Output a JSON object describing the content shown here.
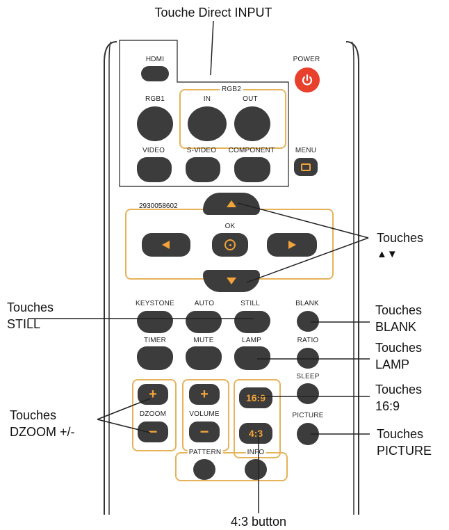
{
  "annotations": {
    "direct_input": "Touche Direct INPUT",
    "arrows_line1": "Touches",
    "arrows_line2": "▲▼",
    "still_line1": "Touches",
    "still_line2": "STILL",
    "blank_line1": "Touches",
    "blank_line2": "BLANK",
    "lamp_line1": "Touches",
    "lamp_line2": "LAMP",
    "ratio169_line1": "Touches",
    "ratio169_line2": "16:9",
    "dzoom_line1": "Touches",
    "dzoom_line2": "DZOOM +/-",
    "picture_line1": "Touches",
    "picture_line2": "PICTURE",
    "button43": "4:3 button"
  },
  "remote": {
    "model_number": "2930058602",
    "labels": {
      "hdmi": "HDMI",
      "power": "POWER",
      "rgb2": "RGB2",
      "rgb1": "RGB1",
      "in": "IN",
      "out": "OUT",
      "video": "VIDEO",
      "svideo": "S-VIDEO",
      "component": "COMPONENT",
      "menu": "MENU",
      "ok": "OK",
      "keystone": "KEYSTONE",
      "auto": "AUTO",
      "still": "STILL",
      "blank": "BLANK",
      "timer": "TIMER",
      "mute": "MUTE",
      "lamp": "LAMP",
      "ratio": "RATIO",
      "sleep": "SLEEP",
      "dzoom": "DZOOM",
      "volume": "VOLUME",
      "picture": "PICTURE",
      "pattern": "PATTERN",
      "info": "INFO"
    },
    "button_text": {
      "dzoom_plus": "+",
      "dzoom_minus": "−",
      "volume_plus": "+",
      "volume_minus": "−",
      "ratio169": "16:9",
      "ratio43": "4:3"
    }
  },
  "colors": {
    "button": "#3c3c3c",
    "accent_orange": "#f2a33a",
    "frame_orange": "#e6b25a",
    "power_red": "#e8402c"
  }
}
